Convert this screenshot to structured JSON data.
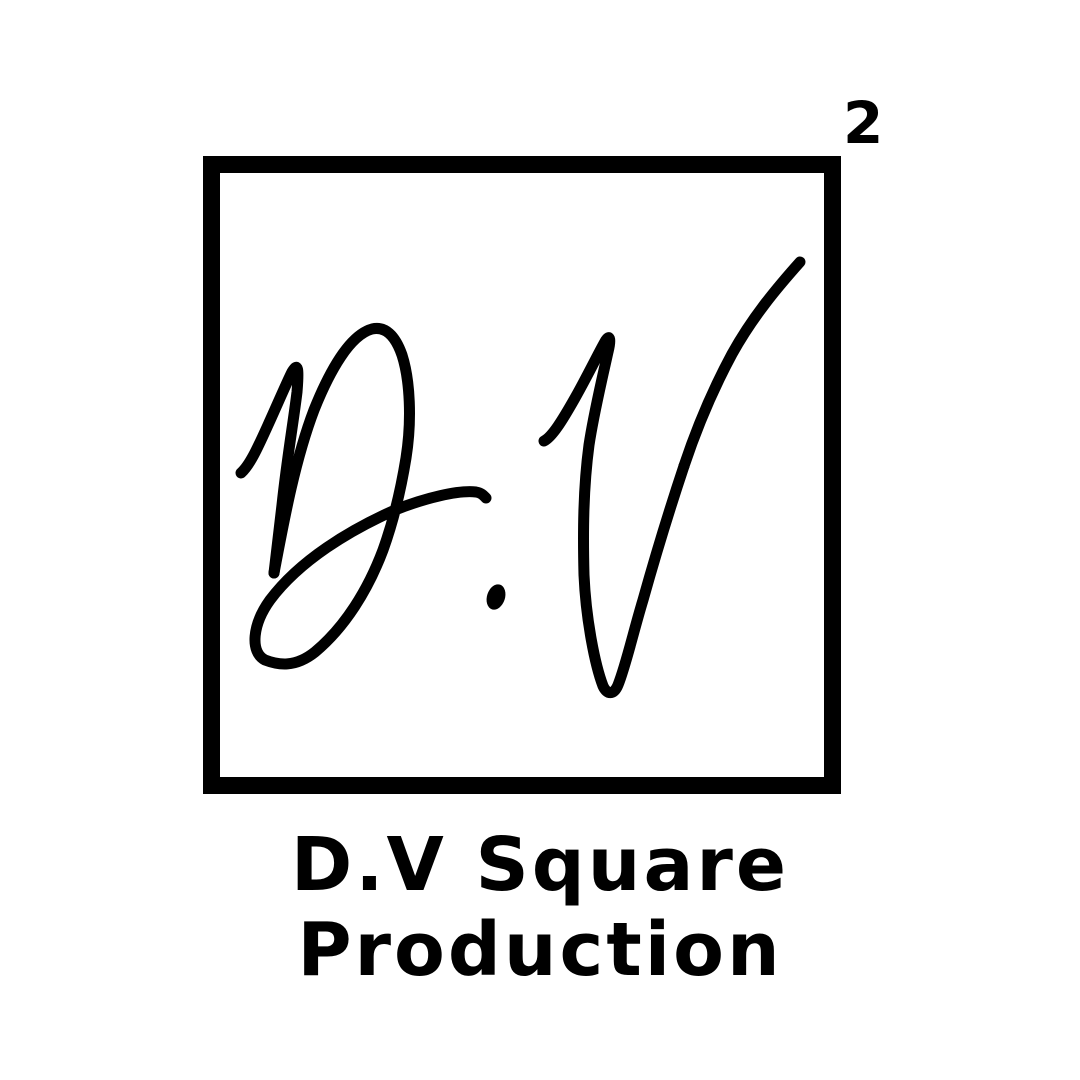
{
  "logo": {
    "superscript": "2",
    "brand_line_1": "D.V Square",
    "brand_line_2": "Production",
    "ink_color": "#000000",
    "background_color": "#ffffff"
  }
}
